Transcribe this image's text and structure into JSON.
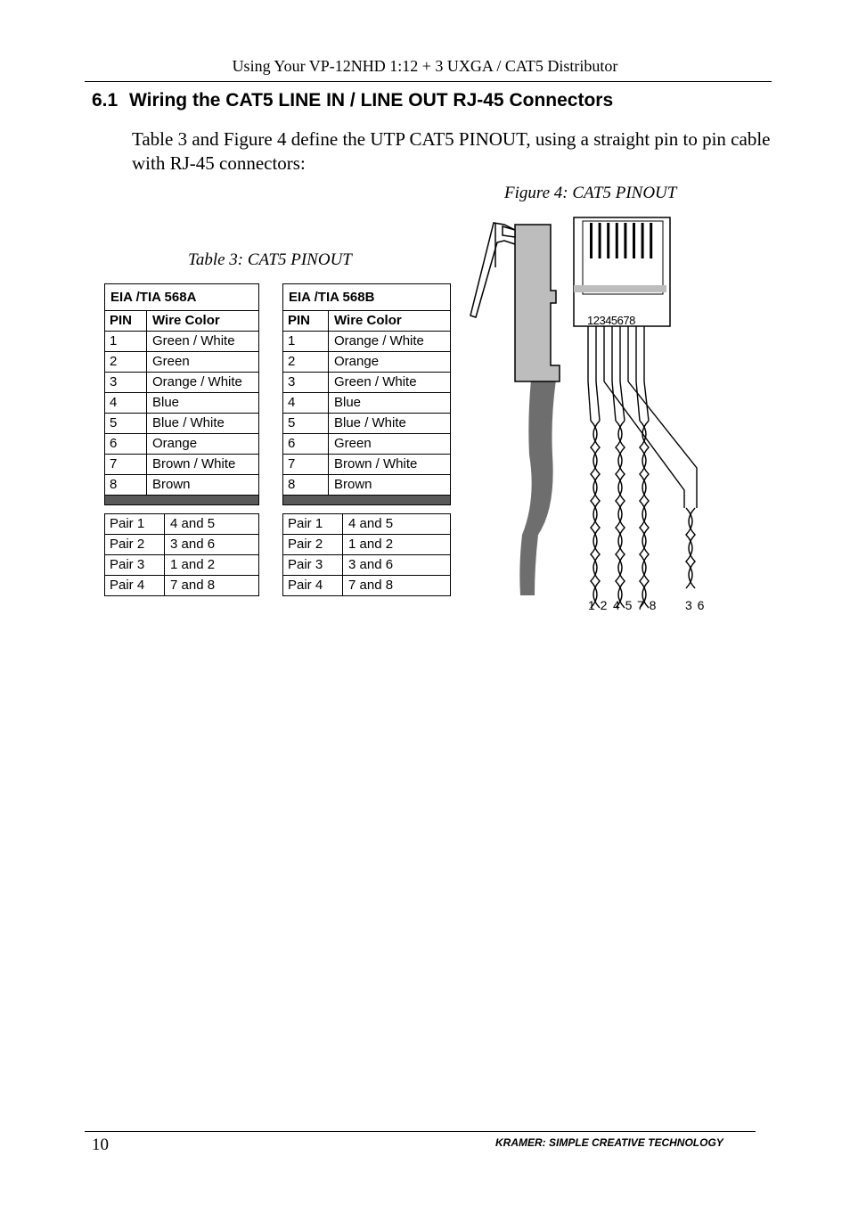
{
  "header": {
    "running_title": "Using Your VP-12NHD 1:12 + 3 UXGA / CAT5 Distributor"
  },
  "section": {
    "number": "6.1",
    "title": "Wiring the CAT5 LINE IN / LINE OUT RJ-45 Connectors",
    "intro": "Table 3 and Figure 4 define the UTP CAT5 PINOUT, using a straight pin to pin cable with RJ-45 connectors:"
  },
  "figure": {
    "caption": "Figure 4: CAT5 PINOUT",
    "pin_labels": [
      "1",
      "2",
      "3",
      "4",
      "5",
      "6",
      "7",
      "8"
    ],
    "pair_labels": [
      "1 2",
      "4 5",
      "7 8",
      "3 6"
    ],
    "colors": {
      "cable": "#6e6e6e",
      "plug": "#bdbdbd"
    }
  },
  "table": {
    "caption": "Table 3: CAT5 PINOUT",
    "col_pin": "PIN",
    "col_color": "Wire Color",
    "a": {
      "standard": "EIA /TIA 568A",
      "rows": [
        {
          "pin": "1",
          "color": "Green / White"
        },
        {
          "pin": "2",
          "color": "Green"
        },
        {
          "pin": "3",
          "color": "Orange / White"
        },
        {
          "pin": "4",
          "color": "Blue"
        },
        {
          "pin": "5",
          "color": "Blue / White"
        },
        {
          "pin": "6",
          "color": "Orange"
        },
        {
          "pin": "7",
          "color": "Brown / White"
        },
        {
          "pin": "8",
          "color": "Brown"
        }
      ],
      "pairs": [
        {
          "pair": "Pair 1",
          "pins": "4 and 5"
        },
        {
          "pair": "Pair 2",
          "pins": "3 and 6"
        },
        {
          "pair": "Pair 3",
          "pins": "1 and 2"
        },
        {
          "pair": "Pair 4",
          "pins": "7 and 8"
        }
      ]
    },
    "b": {
      "standard": "EIA /TIA 568B",
      "rows": [
        {
          "pin": "1",
          "color": "Orange / White"
        },
        {
          "pin": "2",
          "color": "Orange"
        },
        {
          "pin": "3",
          "color": "Green / White"
        },
        {
          "pin": "4",
          "color": "Blue"
        },
        {
          "pin": "5",
          "color": "Blue / White"
        },
        {
          "pin": "6",
          "color": "Green"
        },
        {
          "pin": "7",
          "color": "Brown / White"
        },
        {
          "pin": "8",
          "color": "Brown"
        }
      ],
      "pairs": [
        {
          "pair": "Pair 1",
          "pins": "4 and 5"
        },
        {
          "pair": "Pair 2",
          "pins": "1 and 2"
        },
        {
          "pair": "Pair 3",
          "pins": "3 and 6"
        },
        {
          "pair": "Pair 4",
          "pins": "7 and 8"
        }
      ]
    }
  },
  "footer": {
    "page_number": "10",
    "brand": "KRAMER:  SIMPLE CREATIVE TECHNOLOGY"
  }
}
